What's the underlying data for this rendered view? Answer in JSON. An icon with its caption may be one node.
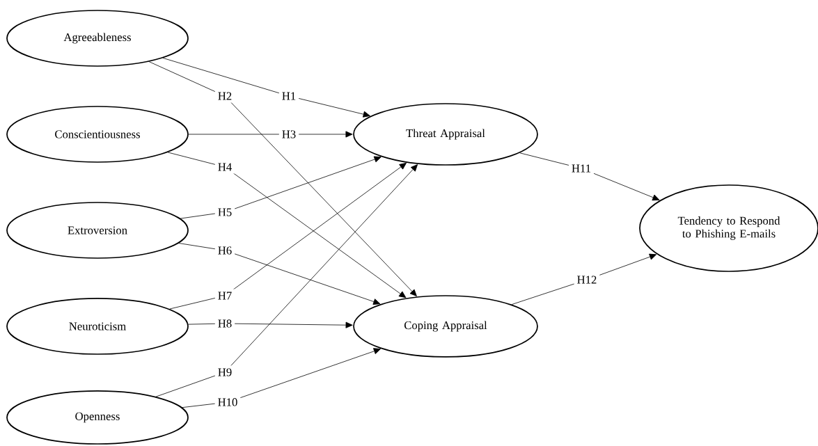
{
  "diagram": {
    "nodes": [
      {
        "text": [
          "Agreeableness"
        ]
      },
      {
        "text": [
          "Conscientiousness"
        ]
      },
      {
        "text": [
          "Extroversion"
        ]
      },
      {
        "text": [
          "Neuroticism"
        ]
      },
      {
        "text": [
          "Openness"
        ]
      },
      {
        "text": [
          "Threat Appraisal"
        ]
      },
      {
        "text": [
          "Coping Appraisal"
        ]
      },
      {
        "text": [
          "Tendency to Respond to Phishing E-mails"
        ]
      }
    ],
    "edges": [
      {
        "from": 0,
        "to": 5,
        "arrow": "to",
        "label": "H1"
      },
      {
        "from": 0,
        "to": 6,
        "arrow": "to",
        "label": "H2"
      },
      {
        "from": 1,
        "to": 5,
        "arrow": "to",
        "label": "H3"
      },
      {
        "from": 1,
        "to": 6,
        "arrow": "to",
        "label": "H4"
      },
      {
        "from": 2,
        "to": 5,
        "arrow": "to",
        "label": "H5"
      },
      {
        "from": 2,
        "to": 6,
        "arrow": "to",
        "label": "H6"
      },
      {
        "from": 3,
        "to": 5,
        "arrow": "to",
        "label": "H7"
      },
      {
        "from": 3,
        "to": 6,
        "arrow": "to",
        "label": "H8"
      },
      {
        "from": 4,
        "to": 5,
        "arrow": "to",
        "label": "H9"
      },
      {
        "from": 4,
        "to": 6,
        "arrow": "to",
        "label": "H10"
      },
      {
        "from": 5,
        "to": 7,
        "arrow": "to",
        "label": "H11"
      },
      {
        "from": 6,
        "to": 7,
        "arrow": "to",
        "label": "H12"
      }
    ]
  }
}
